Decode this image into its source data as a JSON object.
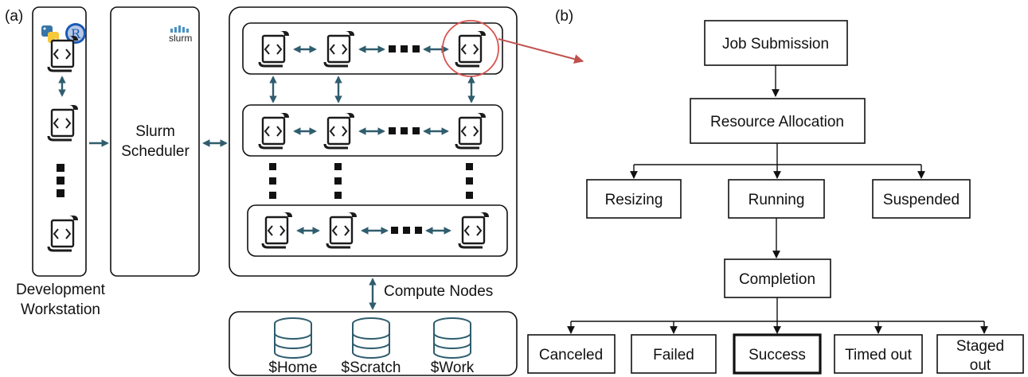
{
  "panel_a": {
    "label": "(a)",
    "workstation_caption": [
      "Development",
      "Workstation"
    ],
    "scheduler_label": [
      "Slurm",
      "Scheduler"
    ],
    "slurm_logo_text": "slurm",
    "compute_label": "Compute Nodes",
    "storage": [
      "$Home",
      "$Scratch",
      "$Work"
    ]
  },
  "panel_b": {
    "label": "(b)",
    "job_submission": "Job Submission",
    "resource_allocation": "Resource Allocation",
    "resizing": "Resizing",
    "running": "Running",
    "suspended": "Suspended",
    "completion": "Completion",
    "canceled": "Canceled",
    "failed": "Failed",
    "success": "Success",
    "timed_out": "Timed out",
    "staged_out": [
      "Staged",
      "out"
    ]
  },
  "icons": [
    "python-icon",
    "r-icon",
    "script-icon",
    "database-icon",
    "slurm-logo-icon"
  ]
}
